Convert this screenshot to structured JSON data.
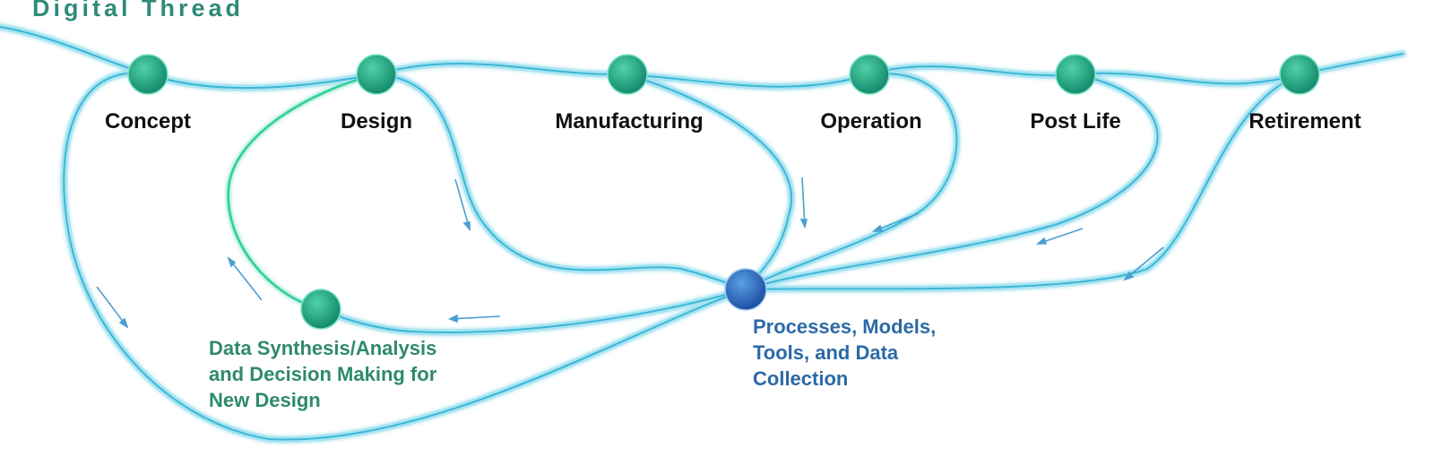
{
  "title": "Digital Thread",
  "stages": [
    {
      "label": "Concept"
    },
    {
      "label": "Design"
    },
    {
      "label": "Manufacturing"
    },
    {
      "label": "Operation"
    },
    {
      "label": "Post Life"
    },
    {
      "label": "Retirement"
    }
  ],
  "analysis": {
    "lines": [
      "Data Synthesis/Analysis",
      "and Decision Making for",
      "New Design"
    ]
  },
  "hub": {
    "lines": [
      "Processes, Models,",
      "Tools, and Data",
      "Collection"
    ]
  },
  "colors": {
    "thread": "#5cc8e0",
    "node": "#1fa382",
    "hub": "#2a6fc4",
    "analysis_text": "#2e8a6c",
    "hub_text": "#2b6aa6"
  }
}
